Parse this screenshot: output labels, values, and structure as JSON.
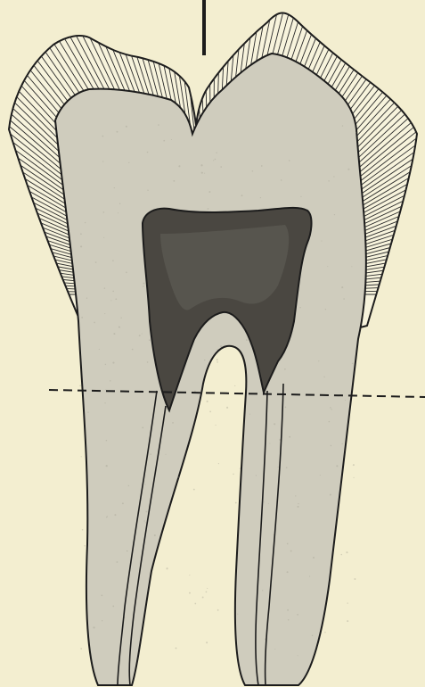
{
  "figure": {
    "subject": "molar-tooth-cross-section",
    "style": "engraved-illustration",
    "structures": [
      {
        "name": "enamel",
        "rendering": "radial-hatching"
      },
      {
        "name": "dentin",
        "rendering": "grey-fill"
      },
      {
        "name": "pulp-chamber",
        "rendering": "dark-fill"
      },
      {
        "name": "root-canals",
        "rendering": "thin-lines"
      },
      {
        "name": "gum-line",
        "rendering": "dashed-line"
      },
      {
        "name": "pointer",
        "rendering": "solid-line"
      }
    ],
    "colors": {
      "paper": "#f3eed0",
      "dentin": "#cfccbd",
      "pulp": "#4a4741",
      "ink": "#1c1c1c"
    }
  }
}
